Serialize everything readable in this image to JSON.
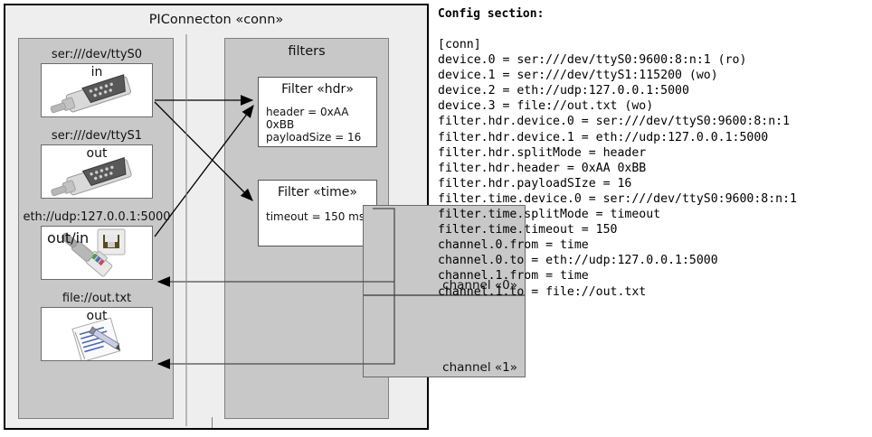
{
  "diagram": {
    "title": "PIConnecton «conn»",
    "devices_group": {
      "items": [
        {
          "label": "ser:///dev/ttyS0",
          "direction": "in",
          "icon": "serial-connector-icon"
        },
        {
          "label": "ser:///dev/ttyS1",
          "direction": "out",
          "icon": "serial-connector-icon"
        },
        {
          "label": "eth://udp:127.0.0.1:5000",
          "direction": "out/in",
          "icon": "ethernet-jack-icon"
        },
        {
          "label": "file://out.txt",
          "direction": "out",
          "icon": "document-pencil-icon"
        }
      ]
    },
    "filters_group": {
      "title": "filters",
      "filters": [
        {
          "title": "Filter «hdr»",
          "attrs": [
            "header = 0xAA 0xBB",
            "payloadSize = 16"
          ]
        },
        {
          "title": "Filter «time»",
          "attrs": [
            "timeout = 150 ms"
          ]
        }
      ]
    },
    "channels": [
      {
        "label": "channel «0»"
      },
      {
        "label": "channel «1»"
      }
    ]
  },
  "config": {
    "heading": "Config section:",
    "text": "[conn]\ndevice.0 = ser:///dev/ttyS0:9600:8:n:1 (ro)\ndevice.1 = ser:///dev/ttyS1:115200 (wo)\ndevice.2 = eth://udp:127.0.0.1:5000\ndevice.3 = file://out.txt (wo)\nfilter.hdr.device.0 = ser:///dev/ttyS0:9600:8:n:1\nfilter.hdr.device.1 = eth://udp:127.0.0.1:5000\nfilter.hdr.splitMode = header\nfilter.hdr.header = 0xAA 0xBB\nfilter.hdr.payloadSIze = 16\nfilter.time.device.0 = ser:///dev/ttyS0:9600:8:n:1\nfilter.time.splitMode = timeout\nfilter.time.timeout = 150\nchannel.0.from = time\nchannel.0.to = eth://udp:127.0.0.1:5000\nchannel.1.from = time\nchannel.1.to = file://out.txt"
  },
  "colors": {
    "frame_bg": "#eeeeee",
    "group_bg": "#c8c8c8",
    "node_bg": "#ffffff",
    "stroke": "#000000"
  }
}
